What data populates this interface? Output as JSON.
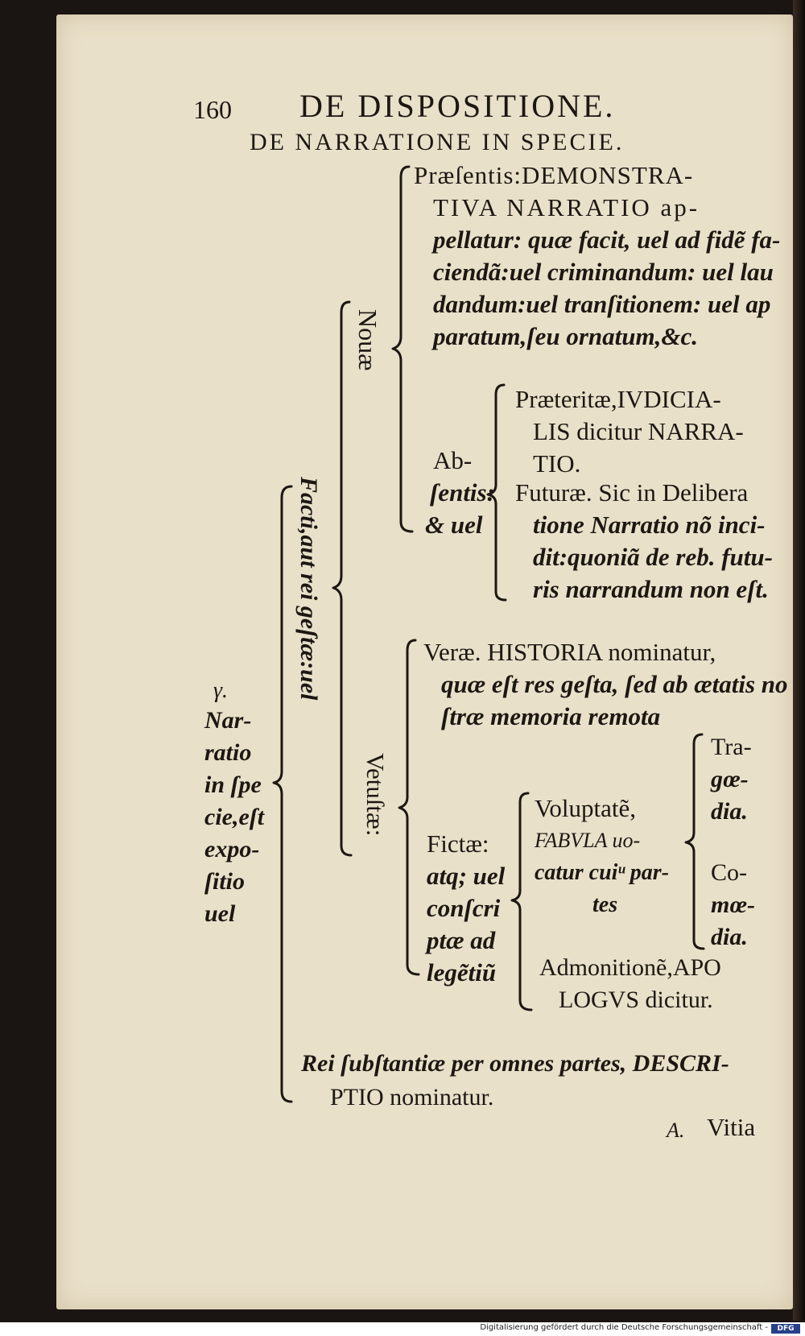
{
  "header": {
    "page_number": "160",
    "running_title": "DE DISPOSITIONE.",
    "section_title": "DE NARRATIONE IN SPECIE."
  },
  "root": {
    "sigil": "γ.",
    "lines": [
      "Nar-",
      "ratio",
      "in ſpe",
      "cie,eſt",
      "expo-",
      "ſitio",
      "uel"
    ]
  },
  "branch_facti": "Facti,aut rei geſtæ:uel",
  "branch_nouae": "Nouæ",
  "branch_vetustae": "Vetuſtæ:",
  "presentis": {
    "lines": [
      "Præſentis:DEMONSTRA-",
      "TIVA NARRATIO ap-",
      "pellatur: quæ facit, uel ad fidẽ fa-",
      "ciendã:uel criminandum: uel lau",
      "dandum:uel tranſitionem: uel ap",
      "paratum,ſeu ornatum,&c."
    ]
  },
  "absentis": {
    "lines": [
      "Ab-",
      "ſentis:",
      "& uel"
    ]
  },
  "praeteritae": {
    "lines": [
      "Præteritæ,IVDICIA-",
      "LIS dicitur NARRA-",
      "TIO."
    ]
  },
  "futurae": {
    "lines": [
      "Futuræ. Sic in Delibera",
      "tione Narratio nõ inci-",
      "dit:quoniã de reb. futu-",
      "ris narrandum non eſt."
    ]
  },
  "verae": {
    "lines": [
      "Veræ. HISTORIA nominatur,",
      "quæ eſt res geſta, ſed ab ætatis no",
      "ſtræ memoria remota"
    ]
  },
  "fictae": {
    "lines": [
      "Fictæ:",
      "atq; uel",
      "conſcri",
      "ptæ ad",
      "legẽtiũ"
    ]
  },
  "voluptate": {
    "lines": [
      "Voluptatẽ,",
      "FABVLA uo-",
      "catur cuiᵘ par-",
      "tes"
    ]
  },
  "tragoedia": {
    "lines": [
      "Tra-",
      "gœ-",
      "dia."
    ]
  },
  "comoedia": {
    "lines": [
      "Co-",
      "mœ-",
      "dia."
    ]
  },
  "admonitione": {
    "lines": [
      "Admonitionẽ,APO",
      "LOGVS dicitur."
    ]
  },
  "descriptio": {
    "lines": [
      "Rei ſubſtantiæ per omnes partes, DESCRI-",
      "PTIO nominatur."
    ]
  },
  "catchword": {
    "signature": "A.",
    "word": "Vitia"
  },
  "footer": {
    "text": "Digitalisierung gefördert durch die Deutsche Forschungsgemeinschaft -",
    "badge": "DFG"
  }
}
